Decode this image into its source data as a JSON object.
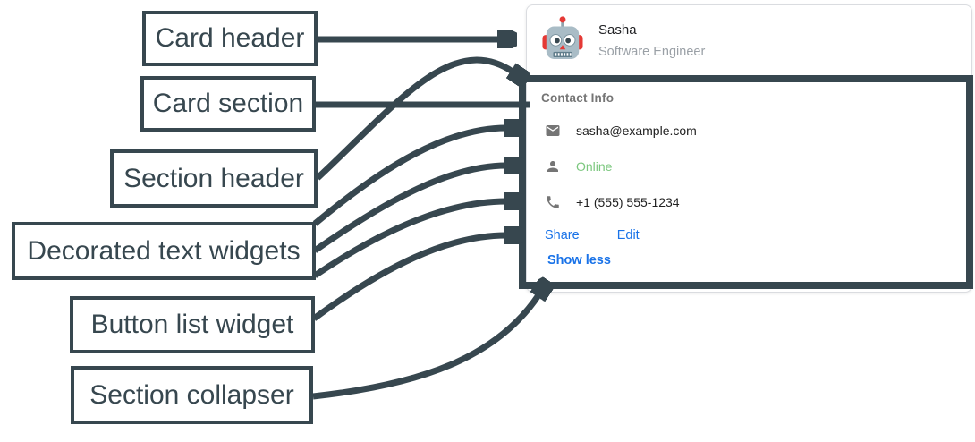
{
  "colors": {
    "annotation_dark": "#37474f",
    "card_border": "#dadce0",
    "title_text": "#202124",
    "subtitle_text": "#9aa0a6",
    "section_header_text": "#757575",
    "row_text": "#212121",
    "online_green": "#7bc77e",
    "link_blue": "#1a73e8",
    "icon_gray": "#757575",
    "avatar_red": "#e53935",
    "avatar_gray": "#a9bcc6"
  },
  "annotations": {
    "labels": [
      {
        "text": "Card header"
      },
      {
        "text": "Card section"
      },
      {
        "text": "Section header"
      },
      {
        "text": "Decorated text widgets"
      },
      {
        "text": "Button list widget"
      },
      {
        "text": "Section collapser"
      }
    ]
  },
  "card": {
    "header": {
      "title": "Sasha",
      "subtitle": "Software Engineer",
      "avatar": "robot-avatar"
    },
    "section": {
      "title": "Contact Info",
      "rows": [
        {
          "icon": "email-icon",
          "text": "sasha@example.com"
        },
        {
          "icon": "person-icon",
          "text": "Online"
        },
        {
          "icon": "phone-icon",
          "text": "+1 (555) 555-1234"
        }
      ],
      "buttons": [
        {
          "label": "Share"
        },
        {
          "label": "Edit"
        }
      ],
      "collapser_label": "Show less"
    }
  }
}
